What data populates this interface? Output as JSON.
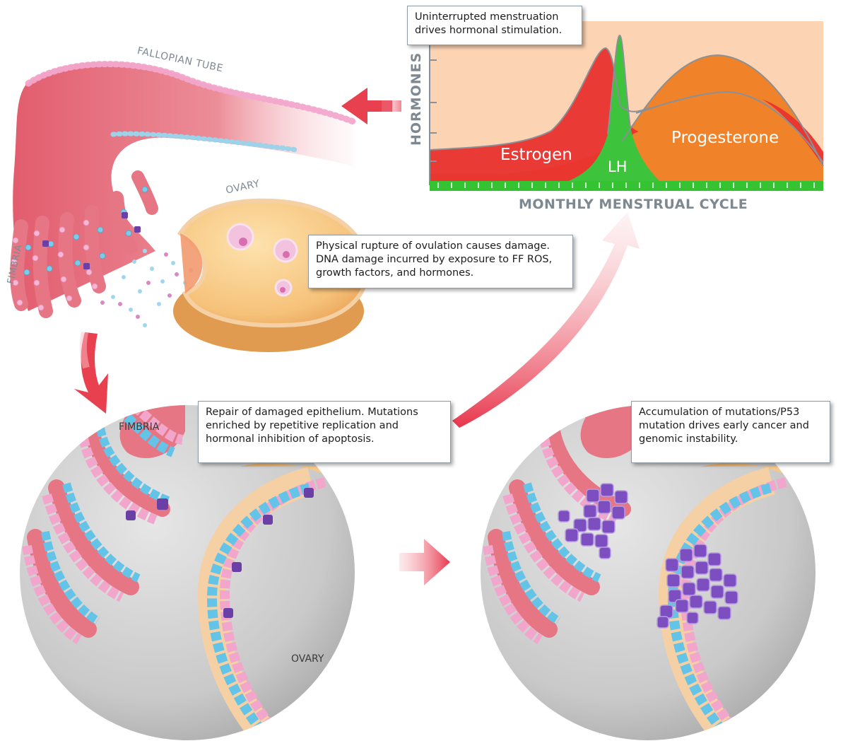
{
  "labels": {
    "fallopian_tube": "FALLOPIAN TUBE",
    "ovary_top": "OVARY",
    "fimbria_left": "FIMBRIA",
    "fimbria_circle": "FIMBRIA",
    "ovary_circle": "OVARY"
  },
  "chart": {
    "y_axis_label": "HORMONES",
    "x_axis_label": "MONTHLY MENSTRUAL CYCLE",
    "series": {
      "estrogen": "Estrogen",
      "lh": "LH",
      "progesterone": "Progesterone"
    },
    "colors": {
      "estrogen": "#e8312f",
      "lh": "#3ec33c",
      "progesterone": "#f0822a",
      "background": "#fcd4b4"
    }
  },
  "callouts": {
    "hormonal": [
      "Uninterrupted menstruation",
      "drives hormonal stimulation."
    ],
    "ovulation": [
      "Physical rupture of ovulation causes damage.",
      "DNA damage incurred by exposure to FF ROS,",
      "growth factors, and hormones."
    ],
    "repair": [
      "Repair of damaged epithelium. Mutations",
      "enriched by repetitive replication and",
      "hormonal inhibition of apoptosis."
    ],
    "accumulation": [
      "Accumulation of mutations/P53",
      "mutation drives early cancer and",
      "genomic instability."
    ]
  },
  "colors": {
    "arrow": "#e8404f",
    "tube": "#e8707c",
    "ovary": "#f6c27a",
    "pink_cell": "#f2a6cc",
    "blue_cell": "#63c4e8",
    "mutant_cell": "#6a3fa6",
    "circle_bg": "#cfcfcf"
  }
}
